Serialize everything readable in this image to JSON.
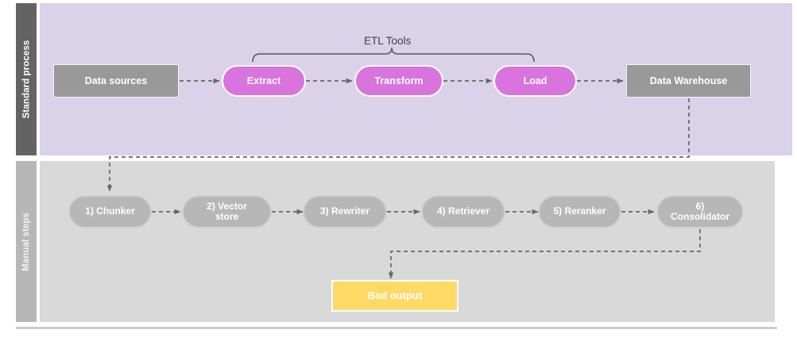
{
  "diagram": {
    "title": "ETL and manual RAG pipeline swimlane diagram",
    "colors": {
      "lane_top_background": "#d9d2e9",
      "lane_top_tab": "#636363",
      "lane_bottom_background": "#d9d9d9",
      "lane_bottom_tab": "#b7b7b7",
      "etl_node": "#d973dd",
      "grey_node": "#999999",
      "manual_node": "#b7b7b7",
      "bad_output": "#ffd966",
      "connector": "#666666"
    },
    "lanes": [
      {
        "id": "standard-process",
        "label": "Standard process"
      },
      {
        "id": "manual-steps",
        "label": "Manual steps"
      }
    ],
    "annotations": [
      {
        "id": "etl-tools-bracket",
        "label": "ETL Tools"
      }
    ],
    "top_lane": {
      "nodes": [
        {
          "id": "data-sources",
          "label": "Data sources",
          "shape": "rect",
          "color": "#999999"
        },
        {
          "id": "extract",
          "label": "Extract",
          "shape": "pill",
          "color": "#d973dd"
        },
        {
          "id": "transform",
          "label": "Transform",
          "shape": "pill",
          "color": "#d973dd"
        },
        {
          "id": "load",
          "label": "Load",
          "shape": "pill",
          "color": "#d973dd"
        },
        {
          "id": "data-warehouse",
          "label": "Data Warehouse",
          "shape": "rect",
          "color": "#999999"
        }
      ]
    },
    "bottom_lane": {
      "nodes": [
        {
          "id": "chunker",
          "label": "1) Chunker",
          "line1": "1) Chunker",
          "line2": "",
          "shape": "pill"
        },
        {
          "id": "vector-store",
          "label": "2) Vector store",
          "line1": "2) Vector",
          "line2": "store",
          "shape": "pill"
        },
        {
          "id": "rewriter",
          "label": "3) Rewriter",
          "line1": "3) Rewriter",
          "line2": "",
          "shape": "pill"
        },
        {
          "id": "retriever",
          "label": "4) Retriever",
          "line1": "4) Retriever",
          "line2": "",
          "shape": "pill"
        },
        {
          "id": "reranker",
          "label": "5) Reranker",
          "line1": "5) Reranker",
          "line2": "",
          "shape": "pill"
        },
        {
          "id": "consolidator",
          "label": "6) Consolidator",
          "line1": "6)",
          "line2": "Consolidator",
          "shape": "pill"
        }
      ],
      "output": {
        "id": "bad-output",
        "label": "Bad output",
        "shape": "rect",
        "color": "#ffd966"
      }
    }
  }
}
